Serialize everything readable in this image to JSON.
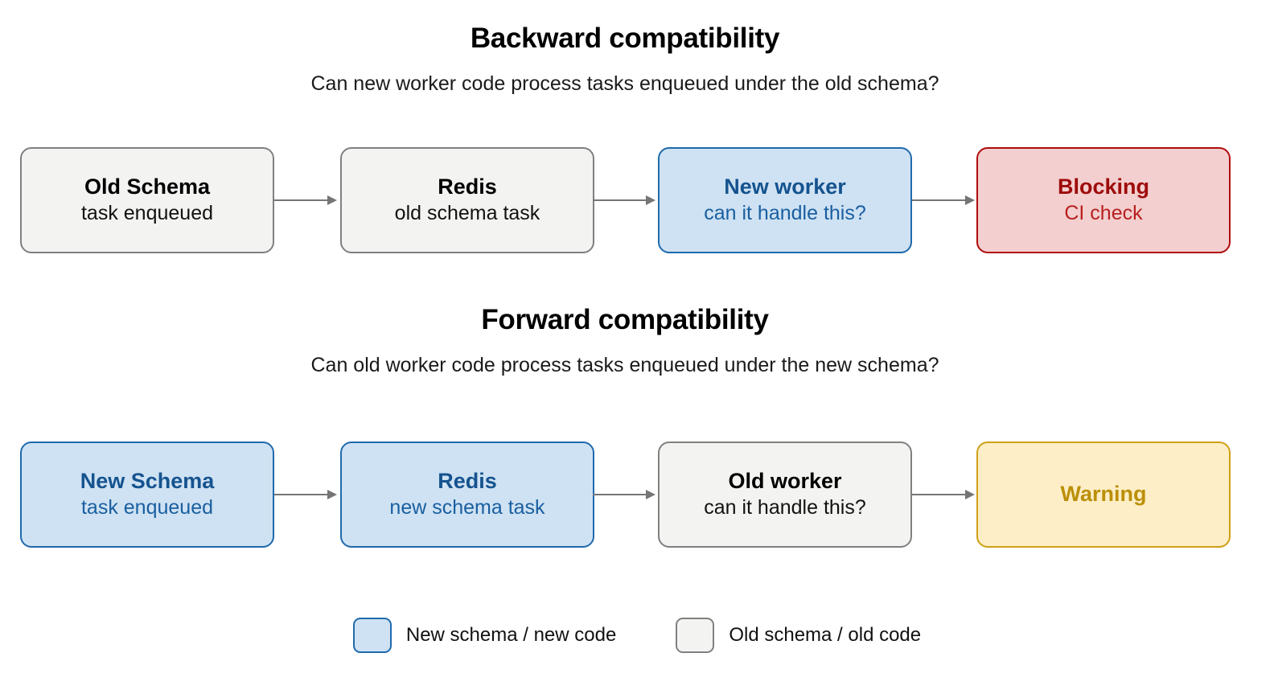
{
  "sections": [
    {
      "id": "backward",
      "title": "Backward compatibility",
      "subtitle": "Can new worker code process tasks enqueued under the old schema?",
      "nodes": [
        {
          "title": "Old Schema",
          "sub": "task enqueued",
          "theme": "grey"
        },
        {
          "title": "Redis",
          "sub": "old schema task",
          "theme": "grey"
        },
        {
          "title": "New worker",
          "sub": "can it handle this?",
          "theme": "blue"
        },
        {
          "title": "Blocking",
          "sub": "CI check",
          "theme": "red"
        }
      ]
    },
    {
      "id": "forward",
      "title": "Forward compatibility",
      "subtitle": "Can old worker code process tasks enqueued under the new schema?",
      "nodes": [
        {
          "title": "New Schema",
          "sub": "task enqueued",
          "theme": "blue"
        },
        {
          "title": "Redis",
          "sub": "new schema task",
          "theme": "blue"
        },
        {
          "title": "Old worker",
          "sub": "can it handle this?",
          "theme": "grey"
        },
        {
          "title": "Warning",
          "sub": "",
          "theme": "yellow"
        }
      ]
    }
  ],
  "legend": {
    "items": [
      {
        "label": "New schema / new code",
        "swatch": "blue"
      },
      {
        "label": "Old schema / old code",
        "swatch": "grey"
      }
    ]
  },
  "colors": {
    "blue_fill": "#cfe2f3",
    "blue_border": "#1f6aad",
    "blue_text": "#15538f",
    "grey_fill": "#f3f3f1",
    "grey_border": "#808080",
    "grey_text": "#000000",
    "red_fill": "#f3cfcf",
    "red_border": "#b00c0c",
    "red_text": "#9e0b0b",
    "yellow_fill": "#fdeec7",
    "yellow_border": "#cfa017",
    "yellow_text": "#bb8f06",
    "arrow": "#757575",
    "background": "#ffffff"
  }
}
